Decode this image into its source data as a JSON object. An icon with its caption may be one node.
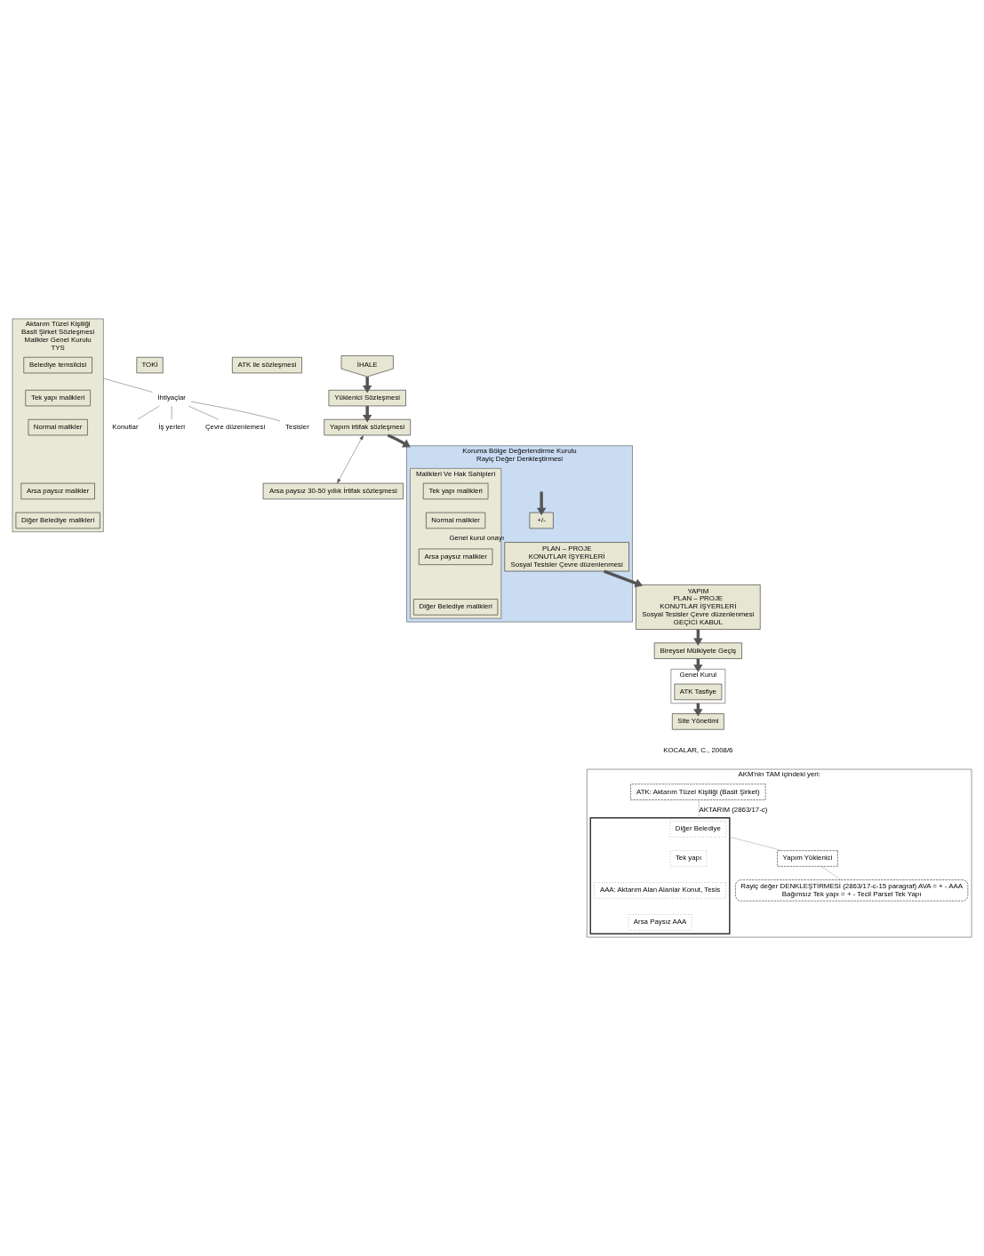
{
  "diagram": {
    "nodes": [
      {
        "text": [
          "Aktarım Tüzel Kişiliği",
          "Basit Şirket Sözleşmesi",
          "Malikler Genel Kurulu"
        ],
        "beside": [
          "TYS"
        ]
      },
      {
        "text": [
          "Belediye temsilcisi"
        ],
        "in": 0
      },
      {
        "text": [
          "Tek yapı malikleri"
        ],
        "in": 0
      },
      {
        "text": [
          "Normal malikler"
        ],
        "in": 0
      },
      {
        "text": [
          "Arsa paysız malikler"
        ],
        "in": 0
      },
      {
        "text": [
          "Diğer Belediye malikleri"
        ],
        "in": 0
      },
      {
        "text": [
          "TOKİ"
        ]
      },
      {
        "text": [
          "ATK ile sözleşmesi"
        ]
      },
      {
        "text": [
          "İhtiyaçlar"
        ]
      },
      {
        "text": [
          "Konutlar"
        ]
      },
      {
        "text": [
          "İş yerleri"
        ]
      },
      {
        "text": [
          "Çevre düzenlemesi"
        ]
      },
      {
        "text": [
          "Tesisler"
        ]
      },
      {
        "text": [
          "İHALE"
        ]
      },
      {
        "text": [
          "Yüklenici Sözleşmesi"
        ]
      },
      {
        "text": [
          "Yapım irtifak sözleşmesi"
        ]
      },
      {
        "text": [
          "Arsa paysız 30-50 yıllık İrtifak sözleşmesi"
        ]
      },
      {
        "text": [
          "Koruma Bölge Değerlendirme Kurulu",
          "Rayiç Değer Denkleştirmesi"
        ]
      },
      {
        "text": [
          "Malikleri Ve Hak Sahipleri"
        ],
        "in": 17
      },
      {
        "text": [
          "Tek yapı malikleri"
        ],
        "in": 18
      },
      {
        "text": [
          "Normal malikler"
        ],
        "in": 18
      },
      {
        "text": [
          "Arsa paysız malikler"
        ],
        "in": 18
      },
      {
        "text": [
          "Diğer Belediye malikleri"
        ],
        "in": 18
      },
      {
        "text": [
          "+/-"
        ],
        "in": 17
      },
      {
        "text": [
          "PLAN – PROJE",
          "KONUTLAR İŞYERLERİ",
          "Sosyal Tesisler Çevre düzenlenmesi"
        ],
        "beside": [
          "Genel kurul onayı"
        ],
        "in": 17
      },
      {
        "text": [
          "YAPIM",
          "PLAN – PROJE",
          "KONUTLAR İŞYERLERİ",
          "Sosyal Tesisler Çevre düzenlenmesi",
          "GEÇİCİ KABUL"
        ]
      },
      {
        "text": [
          "Bireysel Mülkiyete Geçiş"
        ]
      },
      {
        "text": [
          "Genel Kurul"
        ]
      },
      {
        "text": [
          "ATK Tasfiye"
        ],
        "in": 27
      },
      {
        "text": [
          "Site Yönetimi"
        ]
      },
      {
        "text": [],
        "shape": "box",
        "beside": [
          "AKM'nin TAM içindeki yeri:"
        ]
      },
      {
        "text": [
          "ATK: Aktarım Tüzel Kişiliği (Basit Şirket)"
        ],
        "in": 30
      },
      {
        "text": [],
        "shape": "box",
        "in": 30
      },
      {
        "text": [
          "Diğer Belediye"
        ],
        "in": 32
      },
      {
        "text": [
          "Tek yapı"
        ],
        "in": 32
      },
      {
        "text": [
          "AAA: Aktarım Alan Alanlar Konut, Tesis"
        ],
        "in": 32
      },
      {
        "text": [
          "Arsa Paysız AAA"
        ],
        "in": 32
      },
      {
        "text": [
          "Yapım Yüklenici"
        ],
        "in": 30
      },
      {
        "text": [
          "Rayiç değer DENKLEŞTİRMESİ (2863/17-c-15 paragraf) AVA = + - AAA",
          "Bağımsız Tek yapı = + - Tecil Parsel Tek Yapı"
        ],
        "in": 30
      }
    ],
    "edges": [
      {
        "from": 0,
        "to": 8,
        "arrow": "none"
      },
      {
        "from": 8,
        "to": 9,
        "arrow": "none"
      },
      {
        "from": 8,
        "to": 10,
        "arrow": "none"
      },
      {
        "from": 8,
        "to": 11,
        "arrow": "none"
      },
      {
        "from": 8,
        "to": 12,
        "arrow": "none"
      },
      {
        "from": 13,
        "to": 14,
        "arrow": "to",
        "style": "thick"
      },
      {
        "from": 14,
        "to": 15,
        "arrow": "to",
        "style": "thick"
      },
      {
        "from": 15,
        "to": 16,
        "arrow": "both"
      },
      {
        "from": 15,
        "to": 17,
        "arrow": "to",
        "style": "thick"
      },
      {
        "from": null,
        "to": 23,
        "arrow": "to",
        "style": "thick"
      },
      {
        "from": 24,
        "to": 25,
        "arrow": "to",
        "style": "thick"
      },
      {
        "from": 25,
        "to": 26,
        "arrow": "to",
        "style": "thick"
      },
      {
        "from": 26,
        "to": 27,
        "arrow": "to",
        "style": "thick"
      },
      {
        "from": 27,
        "to": 29,
        "arrow": "to",
        "style": "thick"
      },
      {
        "from": 31,
        "to": 32,
        "arrow": "none",
        "label": "AKTARIM (2863/17-c)",
        "color": "#8899aa"
      },
      {
        "from": 32,
        "to": 37,
        "arrow": "none",
        "color": "#8899aa"
      },
      {
        "from": 37,
        "to": 38,
        "arrow": "none",
        "color": "#8899aa"
      }
    ],
    "labels": [
      "KOCALAR, C., 2008/6"
    ]
  }
}
